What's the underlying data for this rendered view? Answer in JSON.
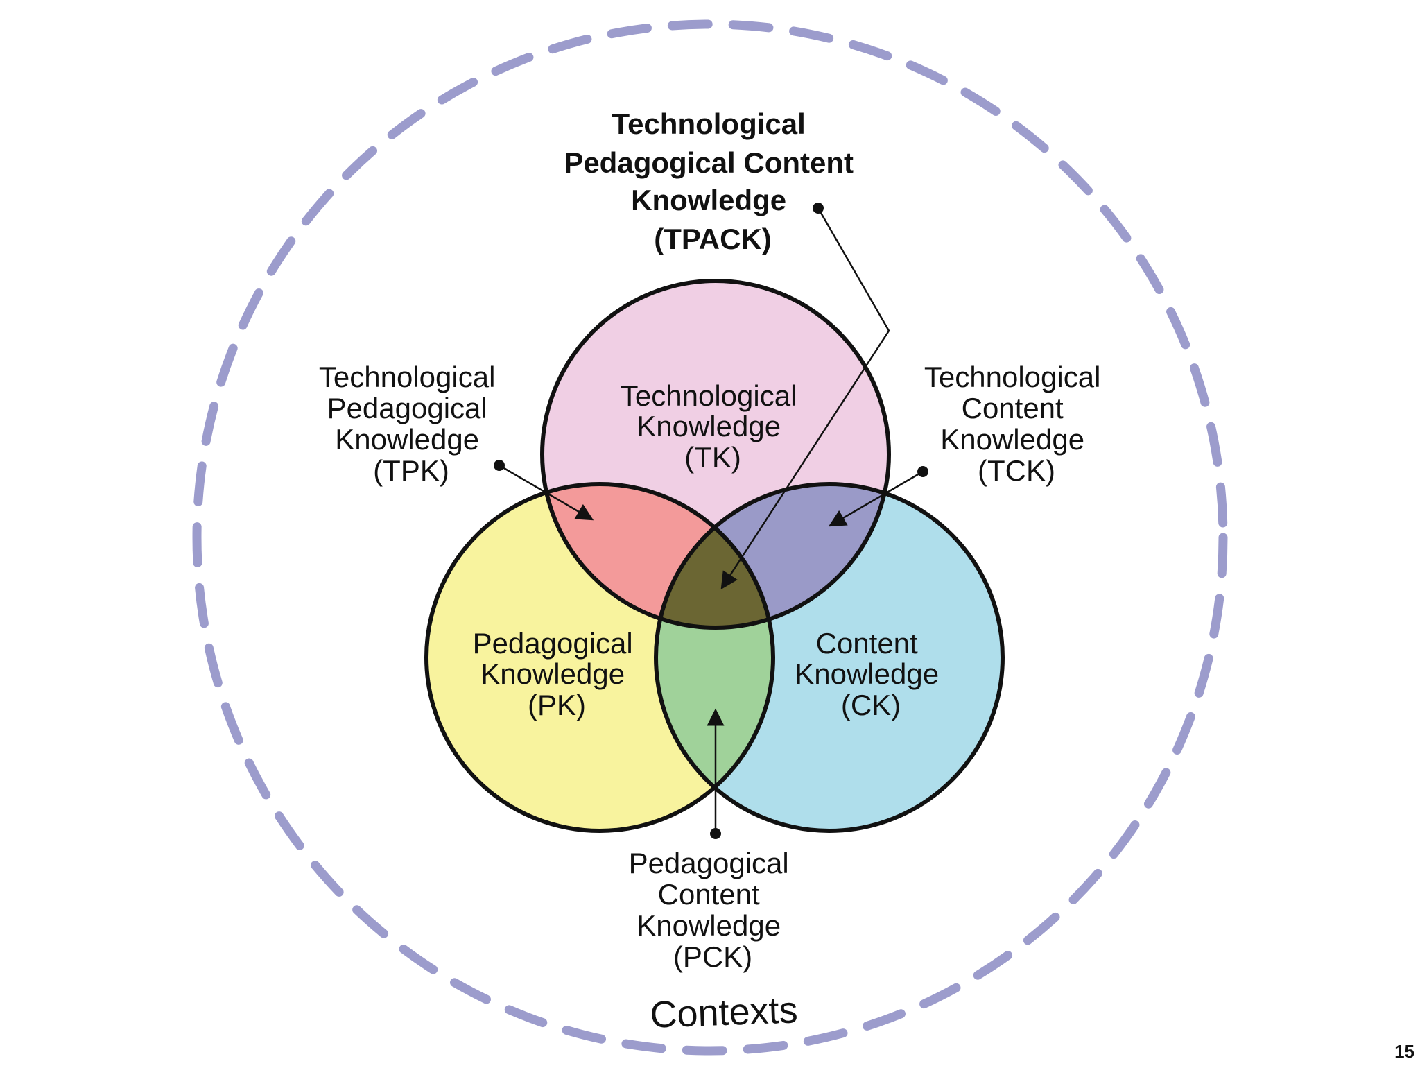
{
  "diagram": {
    "tpack": {
      "lines": [
        "Technological",
        "Pedagogical Content",
        "Knowledge",
        "(TPACK)"
      ]
    },
    "tk": {
      "lines": [
        "Technological",
        "Knowledge",
        "(TK)"
      ],
      "color": "#f0cfe4"
    },
    "pk": {
      "lines": [
        "Pedagogical",
        "Knowledge",
        "(PK)"
      ],
      "color": "#f8f39e"
    },
    "ck": {
      "lines": [
        "Content",
        "Knowledge",
        "(CK)"
      ],
      "color": "#afdeeb"
    },
    "tpk": {
      "lines": [
        "Technological",
        "Pedagogical",
        "Knowledge",
        "(TPK)"
      ],
      "color": "#f39a9a"
    },
    "tck": {
      "lines": [
        "Technological",
        "Content",
        "Knowledge",
        "(TCK)"
      ],
      "color": "#9a9ac8"
    },
    "pck": {
      "lines": [
        "Pedagogical",
        "Content",
        "Knowledge",
        "(PCK)"
      ],
      "color": "#a0d29a"
    },
    "center_color": "#6b6633",
    "contexts": {
      "label": "Contexts",
      "color": "#9c9ccc"
    }
  },
  "page_number": "15"
}
